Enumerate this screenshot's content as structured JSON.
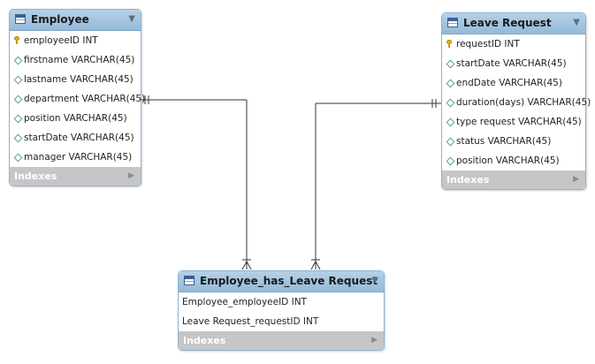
{
  "tables": {
    "employee": {
      "title": "Employee",
      "columns": [
        {
          "name": "employeeID INT",
          "key": "pk"
        },
        {
          "name": "firstname VARCHAR(45)",
          "key": "col"
        },
        {
          "name": "lastname VARCHAR(45)",
          "key": "col"
        },
        {
          "name": "department VARCHAR(45)",
          "key": "col"
        },
        {
          "name": "position VARCHAR(45)",
          "key": "col"
        },
        {
          "name": "startDate VARCHAR(45)",
          "key": "col"
        },
        {
          "name": "manager VARCHAR(45)",
          "key": "col"
        }
      ],
      "indexes_label": "Indexes"
    },
    "leave_request": {
      "title": "Leave Request",
      "columns": [
        {
          "name": "requestID INT",
          "key": "pk"
        },
        {
          "name": "startDate VARCHAR(45)",
          "key": "col"
        },
        {
          "name": "endDate VARCHAR(45)",
          "key": "col"
        },
        {
          "name": "duration(days) VARCHAR(45)",
          "key": "col"
        },
        {
          "name": "type request VARCHAR(45)",
          "key": "col"
        },
        {
          "name": "status VARCHAR(45)",
          "key": "col"
        },
        {
          "name": "position VARCHAR(45)",
          "key": "col"
        }
      ],
      "indexes_label": "Indexes"
    },
    "junction": {
      "title": "Employee_has_Leave Request",
      "columns": [
        {
          "name": "Employee_employeeID INT",
          "key": "none"
        },
        {
          "name": "Leave Request_requestID INT",
          "key": "none"
        }
      ],
      "indexes_label": "Indexes"
    }
  },
  "colors": {
    "header": "#a9c7e1",
    "border": "#8fb3cf",
    "indexes_bg": "#c6c6c6",
    "line": "#333333"
  }
}
